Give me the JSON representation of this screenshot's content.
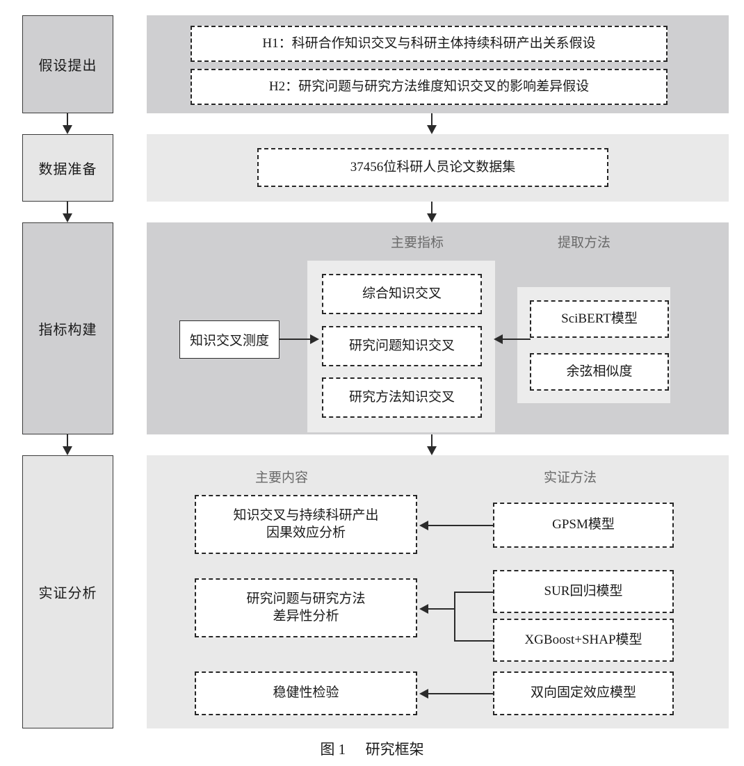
{
  "figure": {
    "caption_number": "图 1",
    "caption_title": "研究框架"
  },
  "stages": [
    {
      "id": "hypothesis",
      "label": "假设提出",
      "tone": "dark"
    },
    {
      "id": "data",
      "label": "数据准备",
      "tone": "light"
    },
    {
      "id": "indicator",
      "label": "指标构建",
      "tone": "dark"
    },
    {
      "id": "empirical",
      "label": "实证分析",
      "tone": "light"
    }
  ],
  "hypothesis_panel": {
    "items": [
      {
        "label": "H1：科研合作知识交叉与科研主体持续科研产出关系假设"
      },
      {
        "label": "H2：研究问题与研究方法维度知识交叉的影响差异假设"
      }
    ]
  },
  "data_panel": {
    "dataset": "37456位科研人员论文数据集"
  },
  "indicator_panel": {
    "column_headers": {
      "metrics": "主要指标",
      "methods": "提取方法"
    },
    "source_box": "知识交叉测度",
    "metrics": [
      {
        "label": "综合知识交叉"
      },
      {
        "label": "研究问题知识交叉"
      },
      {
        "label": "研究方法知识交叉"
      }
    ],
    "methods": [
      {
        "label": "SciBERT模型"
      },
      {
        "label": "余弦相似度"
      }
    ]
  },
  "empirical_panel": {
    "column_headers": {
      "content": "主要内容",
      "methods": "实证方法"
    },
    "rows": [
      {
        "content": "知识交叉与持续科研产出\n因果效应分析",
        "methods": [
          "GPSM模型"
        ]
      },
      {
        "content": "研究问题与研究方法\n差异性分析",
        "methods": [
          "SUR回归模型",
          "XGBoost+SHAP模型"
        ]
      },
      {
        "content": "稳健性检验",
        "methods": [
          "双向固定效应模型"
        ]
      }
    ]
  },
  "colors": {
    "panel_dark": "#cfcfd1",
    "panel_light": "#e9e9e9",
    "group_box": "#ececec",
    "box_border": "#262626",
    "header_text": "#6a6a6a",
    "background": "#ffffff"
  }
}
